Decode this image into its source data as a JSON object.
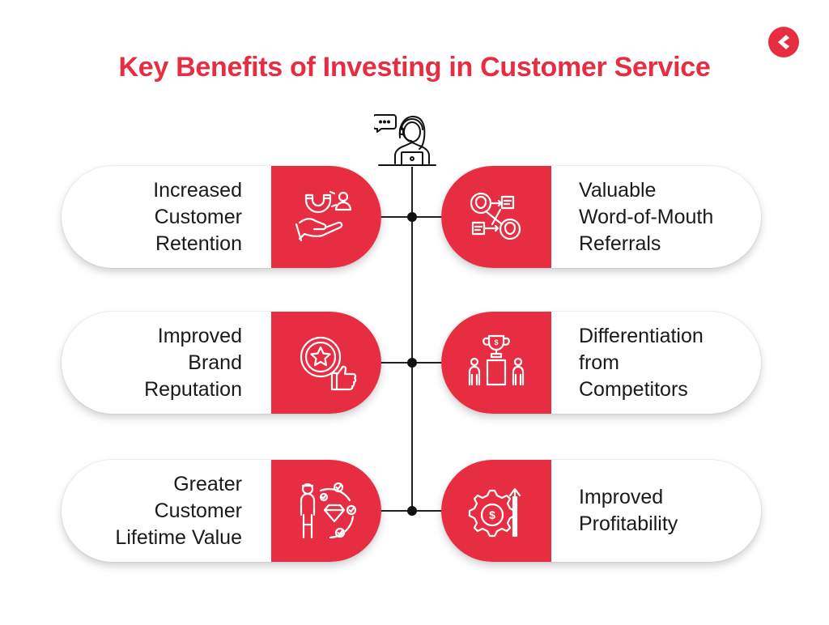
{
  "title": "Key Benefits of Investing in Customer Service",
  "colors": {
    "accent": "#e62d42",
    "line": "#222222",
    "text": "#1a1a1a",
    "background": "#ffffff"
  },
  "center_icon": "customer-support-agent-icon",
  "brand_logo": "brand-logo-icon",
  "benefits": [
    {
      "lines": [
        "Increased",
        "Customer",
        "Retention"
      ],
      "icon": "magnet-attract-customer-icon"
    },
    {
      "lines": [
        "Valuable",
        "Word-of-Mouth",
        "Referrals"
      ],
      "icon": "referral-network-icon"
    },
    {
      "lines": [
        "Improved",
        "Brand",
        "Reputation"
      ],
      "icon": "star-badge-thumbs-up-icon"
    },
    {
      "lines": [
        "Differentiation",
        "from",
        "Competitors"
      ],
      "icon": "trophy-podium-icon"
    },
    {
      "lines": [
        "Greater",
        "Customer",
        "Lifetime Value"
      ],
      "icon": "customer-lifetime-diamond-icon"
    },
    {
      "lines": [
        "Improved",
        "Profitability"
      ],
      "icon": "profit-gear-growth-icon"
    }
  ]
}
